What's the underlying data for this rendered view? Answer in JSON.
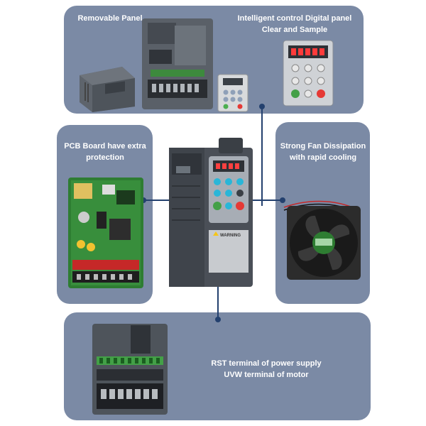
{
  "labels": {
    "removable_panel": "Removable Panel",
    "digital_panel_line1": "Intelligent control Digital panel",
    "digital_panel_line2": "Clear and Sample",
    "pcb_line1": "PCB Board have extra",
    "pcb_line2": "protection",
    "fan_line1": "Strong Fan  Dissipation",
    "fan_line2": "with rapid cooling",
    "terminal_line1": "RST terminal of power supply",
    "terminal_line2": "UVW terminal of motor"
  },
  "device": {
    "warning_label": "WARNING"
  },
  "colors": {
    "panel": "#7b8aa5",
    "connector": "#23406e",
    "device_body": "#4a4f57"
  }
}
